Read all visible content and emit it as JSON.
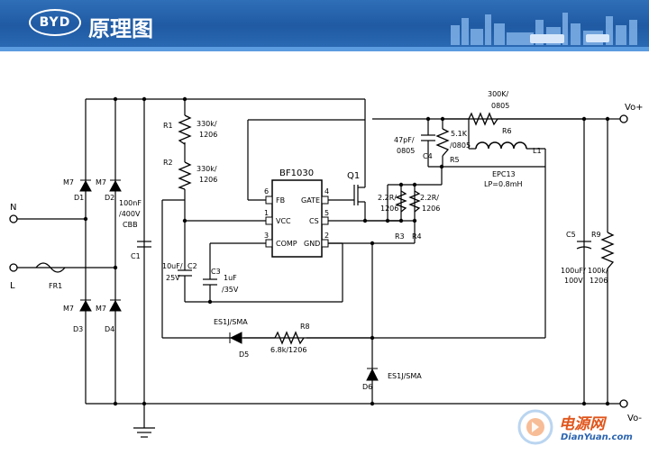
{
  "header": {
    "logo_text": "BYD",
    "title": "原理图"
  },
  "chip": {
    "name": "BF1030",
    "pins": {
      "p6": "FB",
      "p1": "VCC",
      "p3": "COMP",
      "p4": "GATE",
      "p5": "CS",
      "p2": "GND"
    },
    "pin_numbers": [
      "6",
      "1",
      "3",
      "4",
      "5",
      "2"
    ]
  },
  "labels": {
    "N": "N",
    "L": "L",
    "FR1": "FR1",
    "D1_type": "M7",
    "D1": "D1",
    "D2_type": "M7",
    "D2": "D2",
    "D3_type": "M7",
    "D3": "D3",
    "D4_type": "M7",
    "D4": "D4",
    "C1_val1": "100nF",
    "C1_val2": "/400V",
    "C1_val3": "CBB",
    "C1": "C1",
    "R1": "R1",
    "R1_val1": "330k/",
    "R1_val2": "1206",
    "R2": "R2",
    "R2_val1": "330k/",
    "R2_val2": "1206",
    "C2_val1": "10uF/",
    "C2_val2": "25V",
    "C2": "C2",
    "C3": "C3",
    "C3_val1": "1uF",
    "C3_val2": "/35V",
    "Q1": "Q1",
    "C4_val1": "47pF/",
    "C4_val2": "0805",
    "C4": "C4",
    "R5_val1": "5.1K",
    "R5_val2": "/0805",
    "R5": "R5",
    "R3_val1": "2.2R/",
    "R3_val2": "1206",
    "R3": "R3",
    "R4_val1": "2.2R/",
    "R4_val2": "1206",
    "R4": "R4",
    "R6_val1": "300K/",
    "R6_val2": "0805",
    "R6": "R6",
    "L1_val1": "EPC13",
    "L1_val2": "LP=0.8mH",
    "L1": "L1",
    "C5": "C5",
    "C5_val1": "100uF/",
    "C5_val2": "100V",
    "R9": "R9",
    "R9_val1": "100k/",
    "R9_val2": "1206",
    "D5_val": "ES1J/SMA",
    "D5": "D5",
    "R8": "R8",
    "R8_val": "6.8k/1206",
    "D6_val": "ES1J/SMA",
    "D6": "D6",
    "Vo_plus": "Vo+",
    "Vo_minus": "Vo-"
  },
  "watermark": {
    "text1": "电源网",
    "text2": "DianYuan.com"
  },
  "colors": {
    "header_blue": "#1f5aa3",
    "wire": "#000000",
    "watermark_orange": "#e0561c",
    "watermark_blue": "#2b64b0"
  }
}
